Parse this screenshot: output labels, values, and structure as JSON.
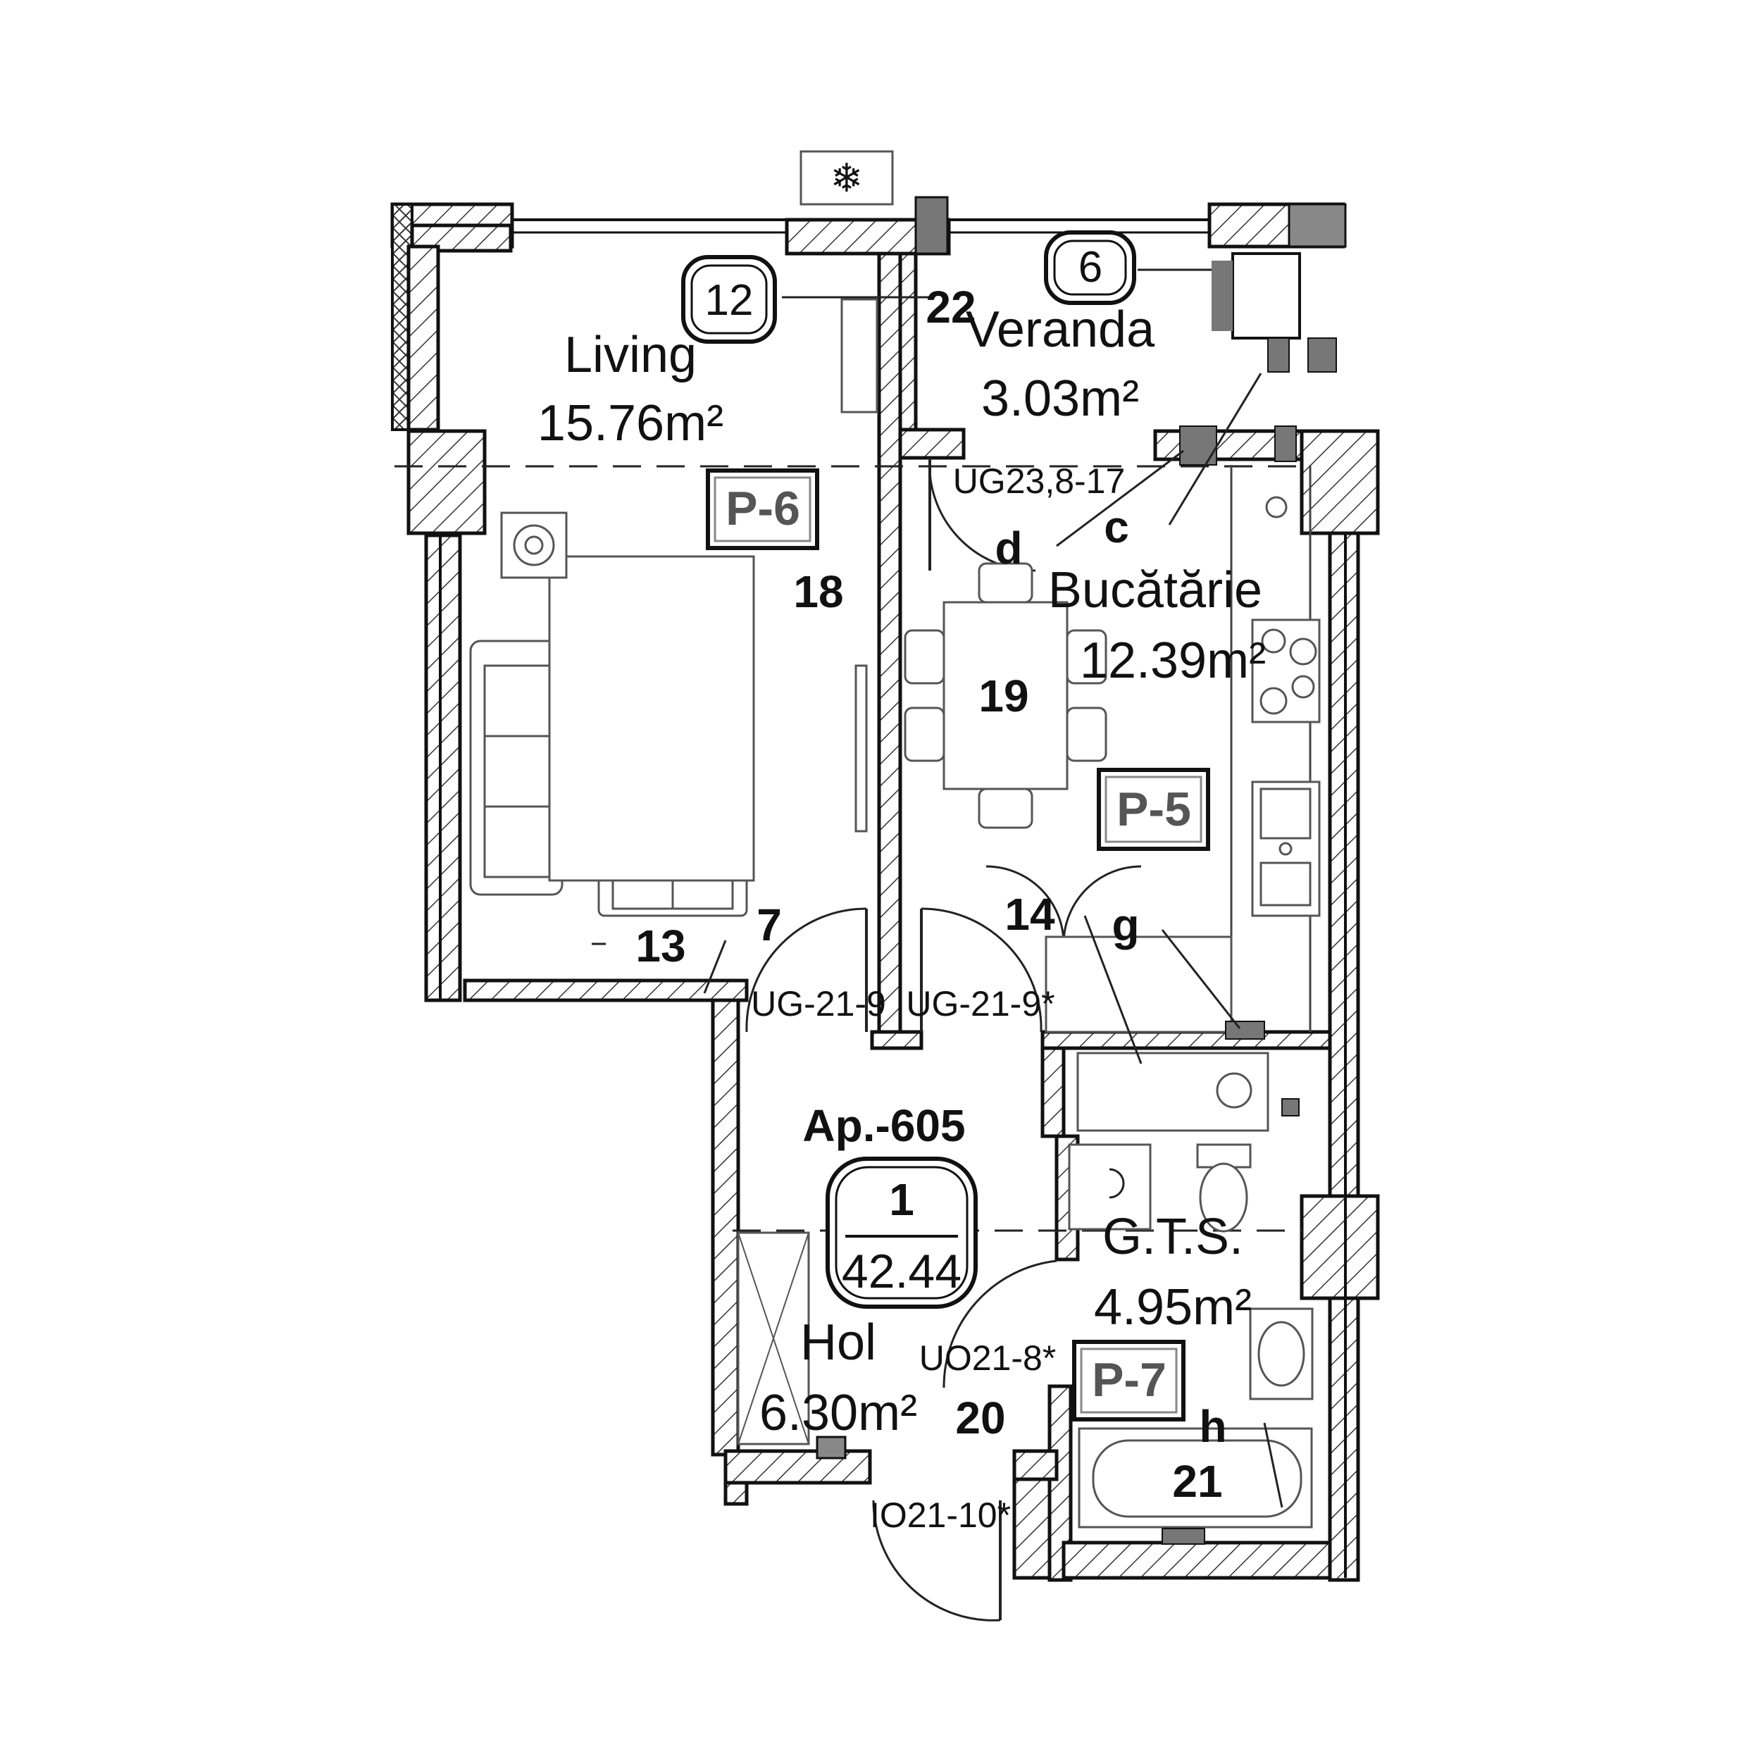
{
  "apartment": {
    "label": "Ap.-605",
    "number": "1",
    "area": "42.44"
  },
  "rooms": [
    {
      "name": "Living",
      "area": "15.76m²"
    },
    {
      "name": "Veranda",
      "area": "3.03m²"
    },
    {
      "name": "Bucătărie",
      "area": "12.39m²"
    },
    {
      "name": "G.T.S.",
      "area": "4.95m²"
    },
    {
      "name": "Hol",
      "area": "6.30m²"
    }
  ],
  "window_tags": [
    "12",
    "6"
  ],
  "panels": [
    "P-6",
    "P-5",
    "P-7"
  ],
  "markers": [
    "22",
    "18",
    "19",
    "14",
    "13",
    "7",
    "20",
    "21"
  ],
  "letters": [
    "d",
    "c",
    "g",
    "h"
  ],
  "doors": [
    "UG23,8-17",
    "UG-21-9",
    "UG-21-9*",
    "UO21-8*",
    "IO21-10*"
  ],
  "icons": [
    "snowflake-icon",
    "sink-icon",
    "stove-icon",
    "toilet-icon",
    "bathtub-icon",
    "washing-machine-icon",
    "boiler-icon"
  ]
}
